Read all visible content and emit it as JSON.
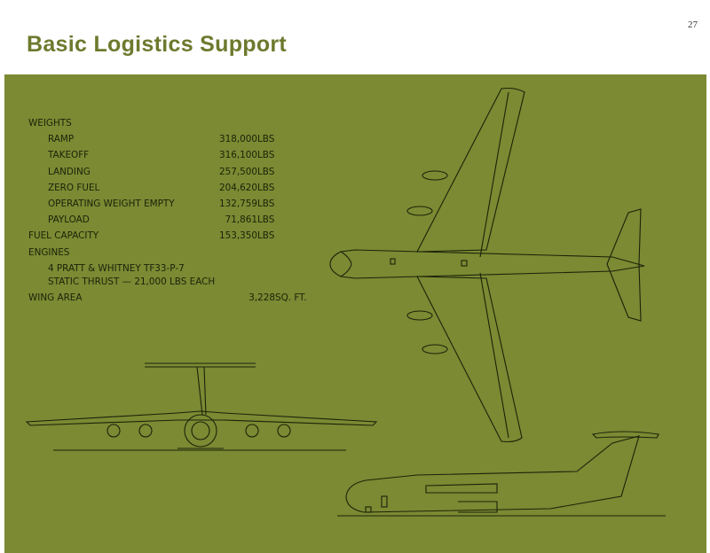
{
  "page": {
    "number": "27",
    "title": "Basic Logistics Support"
  },
  "specs": {
    "weights_heading": "WEIGHTS",
    "weights": [
      {
        "label": "RAMP",
        "value": "318,000",
        "unit": "LBS"
      },
      {
        "label": "TAKEOFF",
        "value": "316,100",
        "unit": "LBS"
      },
      {
        "label": "LANDING",
        "value": "257,500",
        "unit": "LBS"
      },
      {
        "label": "ZERO FUEL",
        "value": "204,620",
        "unit": "LBS"
      },
      {
        "label": "OPERATING WEIGHT EMPTY",
        "value": "132,759",
        "unit": "LBS"
      },
      {
        "label": "PAYLOAD",
        "value": "71,861",
        "unit": "LBS"
      }
    ],
    "fuel": {
      "label": "FUEL CAPACITY",
      "value": "153,350",
      "unit": "LBS"
    },
    "engines_heading": "ENGINES",
    "engines_line1": "4 PRATT & WHITNEY TF33-P-7",
    "engines_line2": "STATIC THRUST — 21,000 LBS EACH",
    "wing": {
      "label": "WING AREA",
      "value": "3,228",
      "unit": "SQ. FT."
    }
  },
  "colors": {
    "panel": "#7b8a33",
    "title": "#6d7a2e",
    "ink": "#1b2209"
  }
}
